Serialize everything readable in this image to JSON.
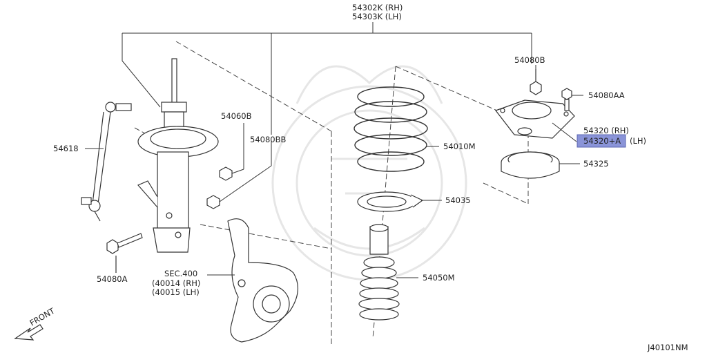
{
  "diagram_id": "J40101NM",
  "front_label": "FRONT",
  "parts": {
    "p54302k": "54302K (RH)",
    "p54303k": "54303K (LH)",
    "p54080b": "54080B",
    "p54080aa": "54080AA",
    "p54060b": "54060B",
    "p54080bb": "54080BB",
    "p54618": "54618",
    "p54010m": "54010M",
    "p54320_rh": "54320 (RH)",
    "p54320a_part": "54320+A",
    "p54320a_side": "(LH)",
    "p54325": "54325",
    "p54035": "54035",
    "p54050m": "54050M",
    "p54080a": "54080A",
    "sec_400": "SEC.400",
    "sec_400_rh": "(40014 (RH)",
    "sec_400_lh": "(40015 (LH)"
  },
  "colors": {
    "highlight": "#8a94d8",
    "line": "#333333",
    "watermark": "#e4e4e4"
  }
}
